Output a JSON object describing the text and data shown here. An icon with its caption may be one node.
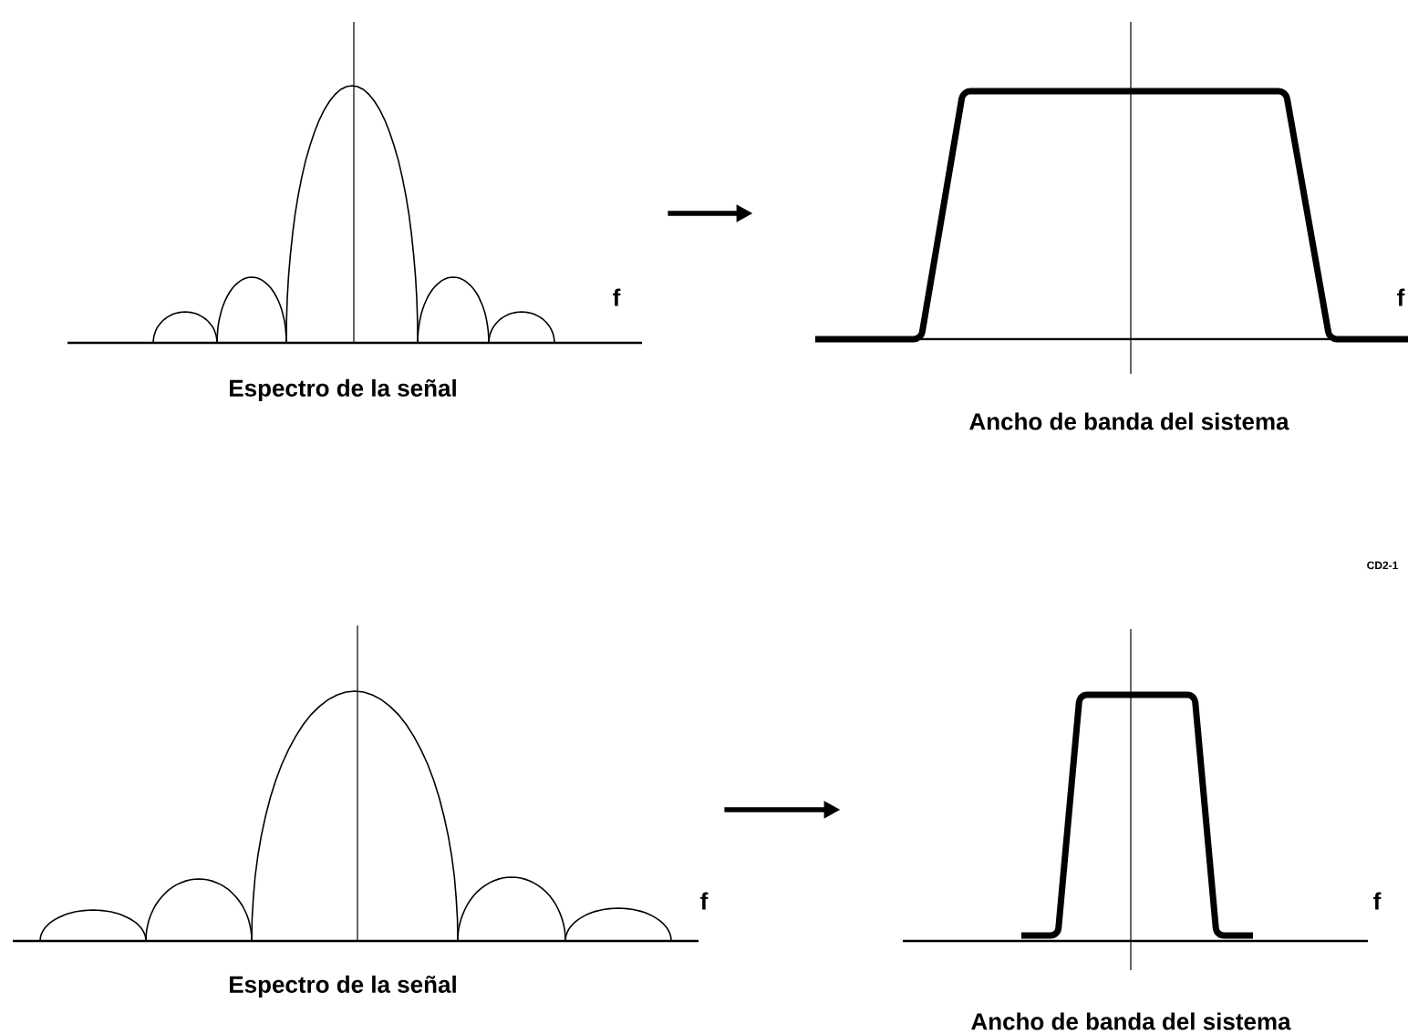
{
  "diagram": {
    "nodes": [
      {
        "text": [],
        "shape": "picture",
        "beside": [
          "Espectro de la señal"
        ]
      },
      {
        "text": [],
        "shape": "picture",
        "beside": [
          "Ancho de banda del sistema"
        ]
      },
      {
        "text": [],
        "shape": "picture",
        "beside": [
          "Espectro de la señal"
        ]
      },
      {
        "text": [],
        "shape": "picture",
        "beside": [
          "Ancho de banda del sistema"
        ]
      }
    ],
    "edges": [
      {
        "from": 0,
        "to": 1,
        "arrow": "to"
      },
      {
        "from": 2,
        "to": 3,
        "arrow": "to"
      }
    ],
    "labels": [
      "f",
      "f",
      "CD2-1",
      "f",
      "f"
    ]
  }
}
